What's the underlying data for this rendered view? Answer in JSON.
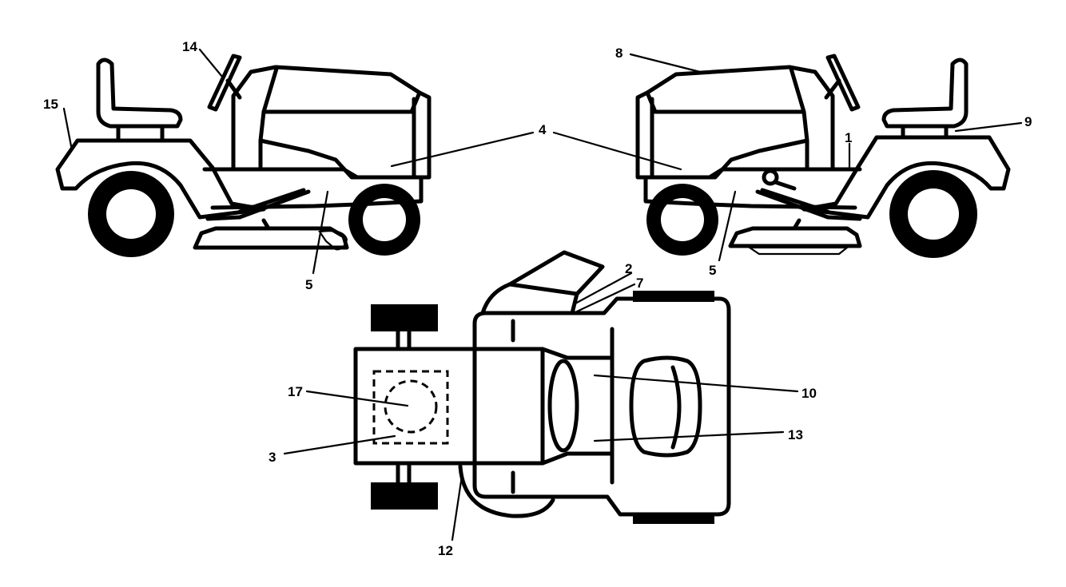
{
  "callouts": {
    "c1": "1",
    "c2": "2",
    "c3": "3",
    "c4": "4",
    "c5_left": "5",
    "c5_right": "5",
    "c7": "7",
    "c8": "8",
    "c9": "9",
    "c10": "10",
    "c12": "12",
    "c13": "13",
    "c14": "14",
    "c15": "15",
    "c17": "17"
  },
  "colors": {
    "line": "#000000",
    "background": "#ffffff"
  }
}
